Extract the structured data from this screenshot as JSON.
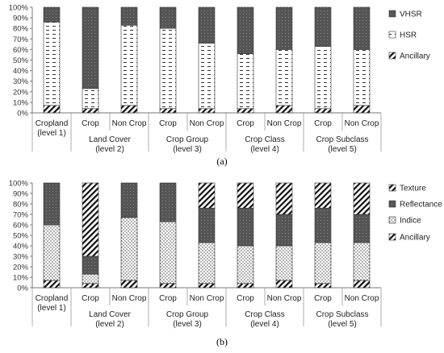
{
  "chart_data": [
    {
      "type": "bar",
      "stacked": true,
      "panel_label": "(a)",
      "categories": [
        {
          "label": "",
          "group": "Cropland (level 1)"
        },
        {
          "label": "Crop",
          "group": "Land Cover (level 2)"
        },
        {
          "label": "Non Crop",
          "group": "Land Cover (level 2)"
        },
        {
          "label": "Crop",
          "group": "Crop Group (level 3)"
        },
        {
          "label": "Non Crop",
          "group": "Crop Group (level 3)"
        },
        {
          "label": "Crop",
          "group": "Crop Class (level 4)"
        },
        {
          "label": "Non Crop",
          "group": "Crop Class (level 4)"
        },
        {
          "label": "Crop",
          "group": "Crop Subclass (level 5)"
        },
        {
          "label": "Non Crop",
          "group": "Crop Subclass (level 5)"
        }
      ],
      "groups": [
        {
          "line1": "Cropland",
          "line2": "(level 1)"
        },
        {
          "line1": "Land Cover",
          "line2": "(level 2)"
        },
        {
          "line1": "Crop Group",
          "line2": "(level 3)"
        },
        {
          "line1": "Crop Class",
          "line2": "(level 4)"
        },
        {
          "line1": "Crop Subclass",
          "line2": "(level 5)"
        }
      ],
      "series": [
        {
          "name": "Ancillary",
          "pattern": "hatch",
          "values": [
            7,
            4,
            7,
            4,
            4,
            4,
            7,
            4,
            7
          ]
        },
        {
          "name": "HSR",
          "pattern": "dash",
          "values": [
            79,
            19,
            76,
            76,
            62,
            52,
            53,
            59,
            53
          ]
        },
        {
          "name": "VHSR",
          "pattern": "dark",
          "values": [
            14,
            77,
            17,
            20,
            34,
            44,
            40,
            37,
            40
          ]
        }
      ],
      "ylim": [
        0,
        100
      ],
      "ytick_labels": [
        "0%",
        "10%",
        "20%",
        "30%",
        "40%",
        "50%",
        "60%",
        "70%",
        "80%",
        "90%",
        "100%"
      ],
      "legend_position": "right"
    },
    {
      "type": "bar",
      "stacked": true,
      "panel_label": "(b)",
      "categories": [
        {
          "label": "",
          "group": "Cropland (level 1)"
        },
        {
          "label": "Crop",
          "group": "Land Cover (level 2)"
        },
        {
          "label": "Non Crop",
          "group": "Land Cover (level 2)"
        },
        {
          "label": "Crop",
          "group": "Crop Group (level 3)"
        },
        {
          "label": "Non Crop",
          "group": "Crop Group (level 3)"
        },
        {
          "label": "Crop",
          "group": "Crop Class (level 4)"
        },
        {
          "label": "Non Crop",
          "group": "Crop Class (level 4)"
        },
        {
          "label": "Crop",
          "group": "Crop Subclass (level 5)"
        },
        {
          "label": "Non Crop",
          "group": "Crop Subclass (level 5)"
        }
      ],
      "groups": [
        {
          "line1": "Cropland",
          "line2": "(level 1)"
        },
        {
          "line1": "Land Cover",
          "line2": "(level 2)"
        },
        {
          "line1": "Crop Group",
          "line2": "(level 3)"
        },
        {
          "line1": "Crop Class",
          "line2": "(level 4)"
        },
        {
          "line1": "Crop Subclass",
          "line2": "(level 5)"
        }
      ],
      "series": [
        {
          "name": "Ancillary",
          "pattern": "hatch",
          "values": [
            7,
            4,
            7,
            4,
            4,
            4,
            7,
            4,
            7
          ]
        },
        {
          "name": "Indice",
          "pattern": "dots",
          "values": [
            53,
            9,
            60,
            59,
            39,
            36,
            33,
            39,
            36
          ]
        },
        {
          "name": "Reflectance",
          "pattern": "dark",
          "values": [
            40,
            17,
            33,
            37,
            33,
            36,
            30,
            33,
            27
          ]
        },
        {
          "name": "Texture",
          "pattern": "hatch",
          "values": [
            0,
            70,
            0,
            0,
            24,
            24,
            30,
            24,
            30
          ]
        }
      ],
      "ylim": [
        0,
        100
      ],
      "ytick_labels": [
        "0%",
        "10%",
        "20%",
        "30%",
        "40%",
        "50%",
        "60%",
        "70%",
        "80%",
        "90%",
        "100%"
      ],
      "legend_position": "right"
    }
  ]
}
